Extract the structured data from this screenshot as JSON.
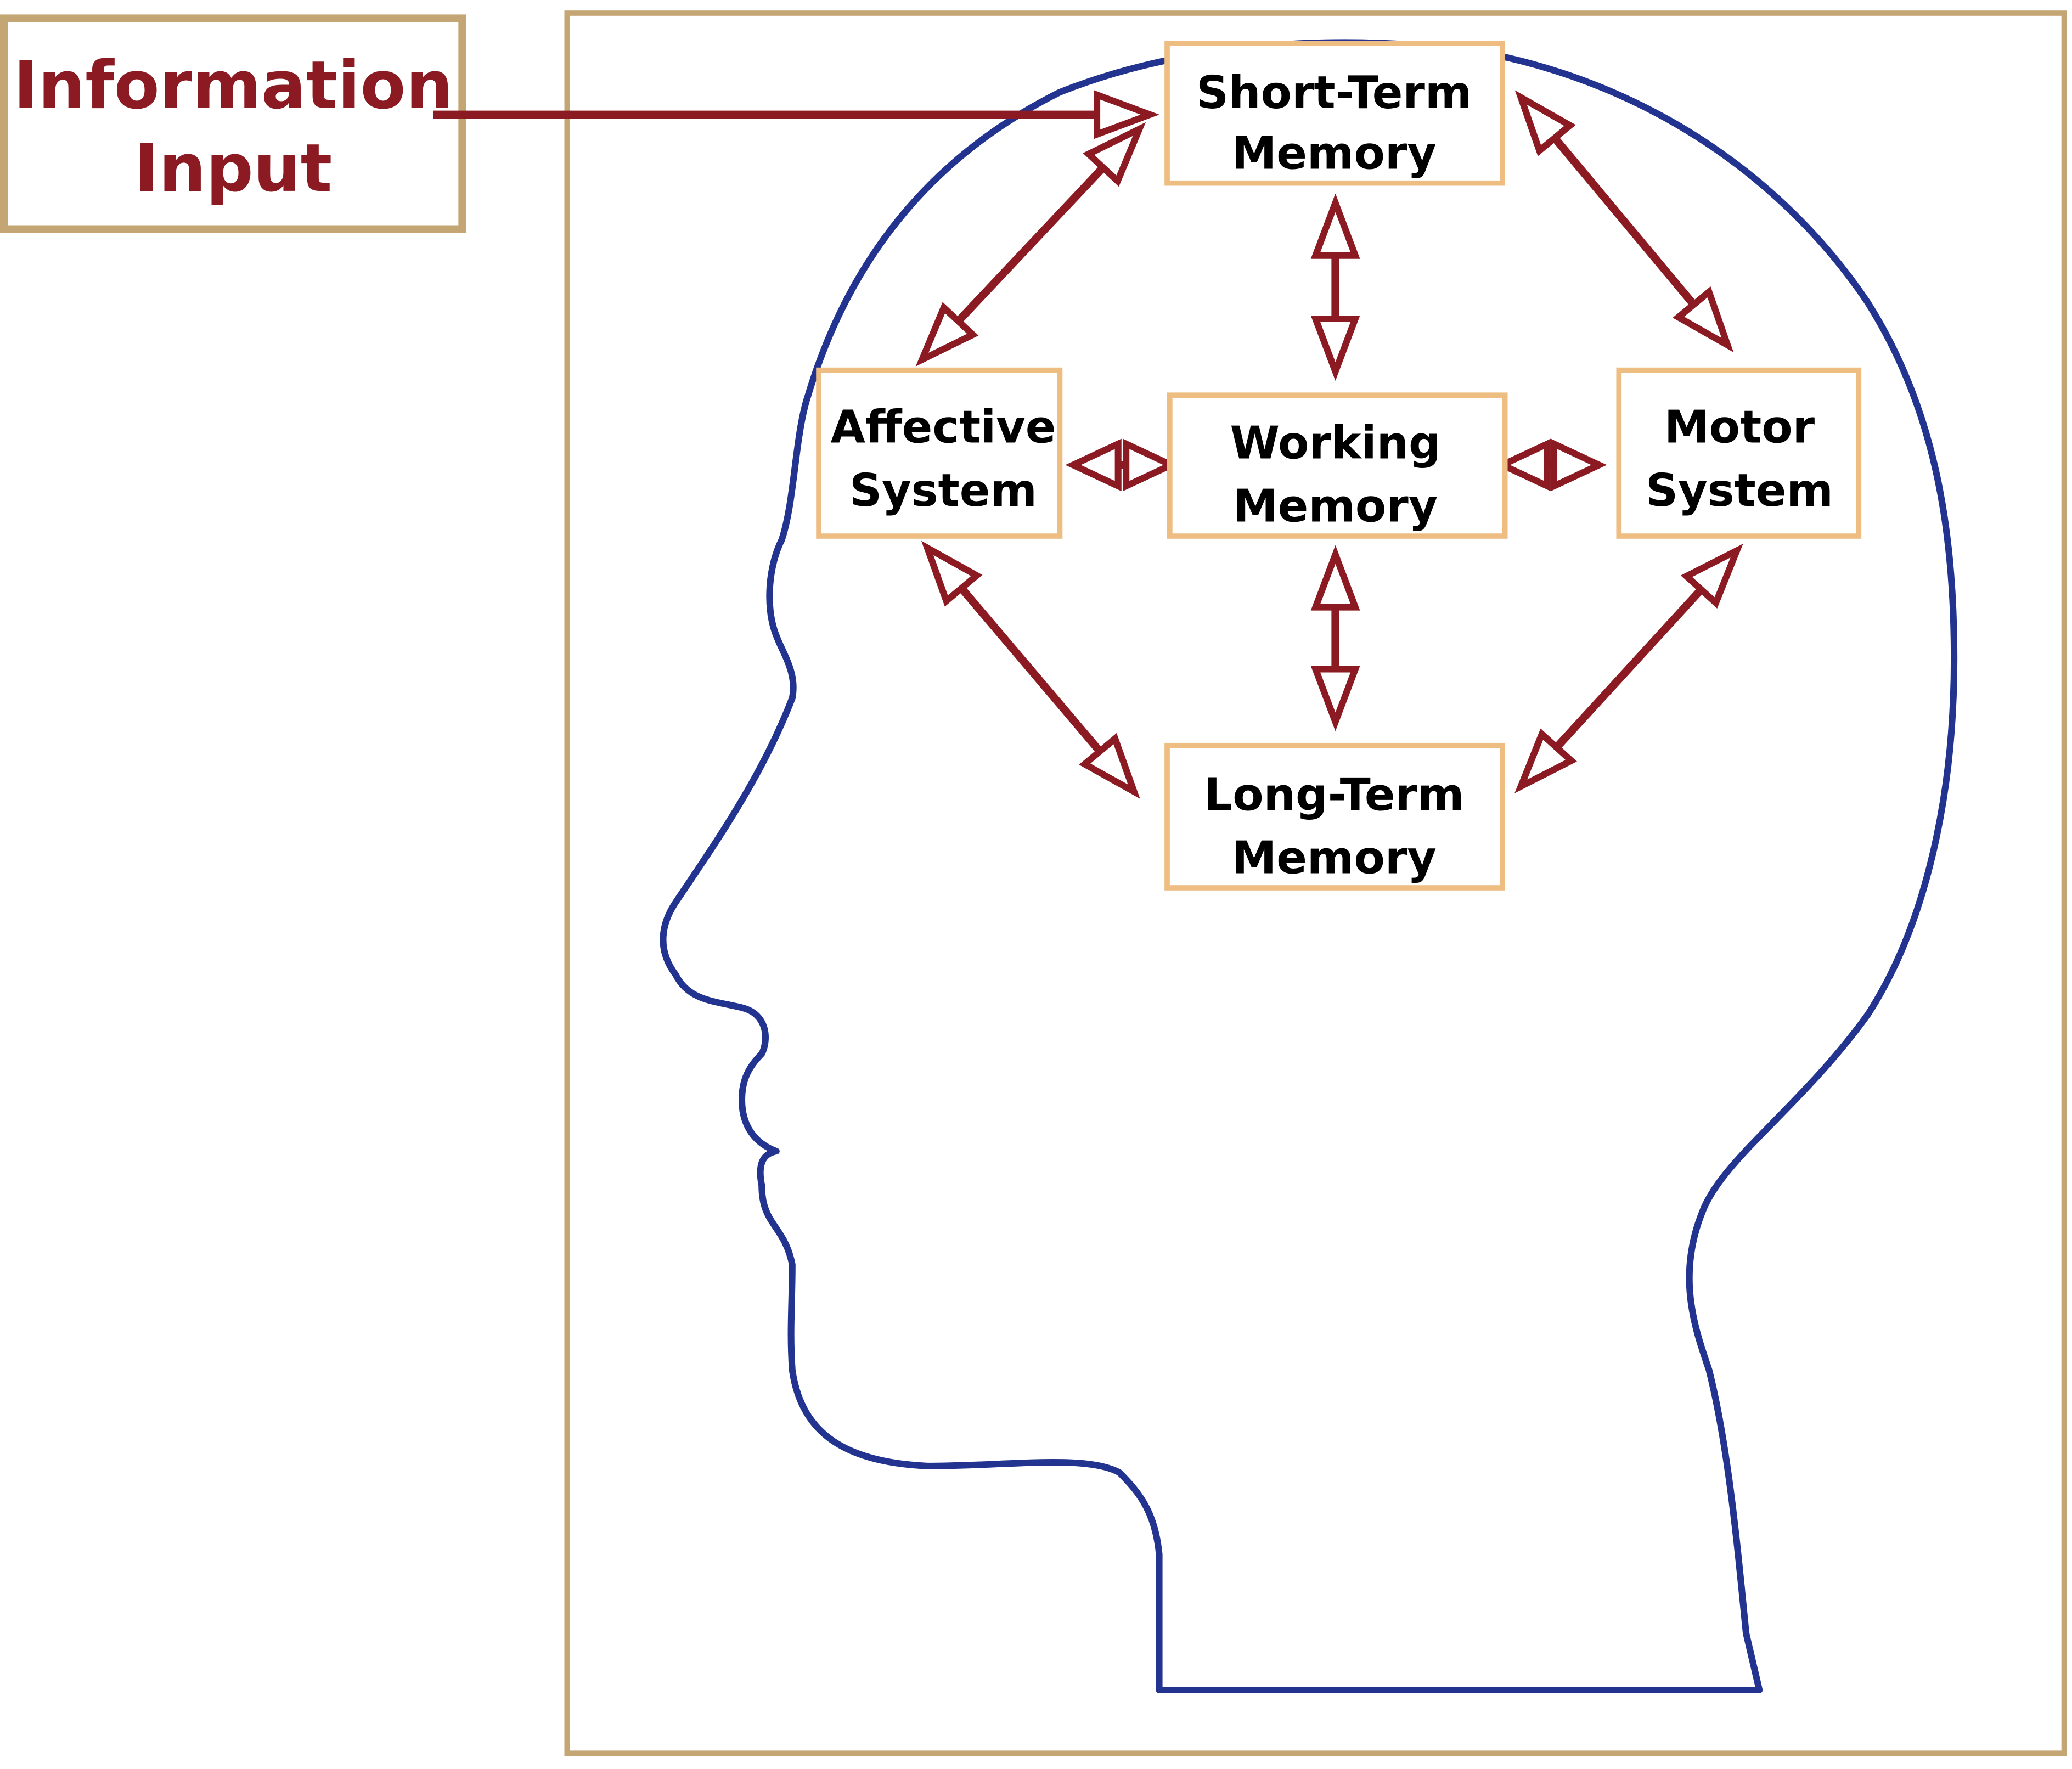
{
  "colors": {
    "frame": "#c4a574",
    "node_border": "#eebd82",
    "arrow": "#8b1a22",
    "head_outline": "#22348f",
    "input_text": "#8b1a22",
    "node_text": "#000000",
    "background": "#ffffff"
  },
  "input": {
    "line1": "Information",
    "line2": "Input"
  },
  "nodes": {
    "short_term": {
      "line1": "Short-Term",
      "line2": "Memory"
    },
    "affective": {
      "line1": "Affective",
      "line2": "System"
    },
    "working": {
      "line1": "Working",
      "line2": "Memory"
    },
    "motor": {
      "line1": "Motor",
      "line2": "System"
    },
    "long_term": {
      "line1": "Long-Term",
      "line2": "Memory"
    }
  },
  "connections": [
    {
      "from": "information-input",
      "to": "short-term-memory",
      "type": "one-way"
    },
    {
      "from": "short-term-memory",
      "to": "affective-system",
      "type": "two-way"
    },
    {
      "from": "short-term-memory",
      "to": "working-memory",
      "type": "two-way"
    },
    {
      "from": "short-term-memory",
      "to": "motor-system",
      "type": "two-way"
    },
    {
      "from": "affective-system",
      "to": "working-memory",
      "type": "two-way"
    },
    {
      "from": "working-memory",
      "to": "motor-system",
      "type": "two-way"
    },
    {
      "from": "affective-system",
      "to": "long-term-memory",
      "type": "two-way"
    },
    {
      "from": "working-memory",
      "to": "long-term-memory",
      "type": "two-way"
    },
    {
      "from": "motor-system",
      "to": "long-term-memory",
      "type": "two-way"
    }
  ]
}
